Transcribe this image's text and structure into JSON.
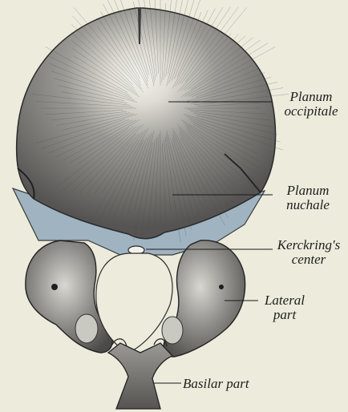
{
  "figure": {
    "colors": {
      "background": "#ecebdc",
      "bone_fill": "#8b8b88",
      "bone_light": "#e8e7e2",
      "cartilage": "#9fb3c0",
      "ink": "#1c1c1c"
    },
    "labels": {
      "planum_occipitale": {
        "line1": "Planum",
        "line2": "occipitale"
      },
      "planum_nuchale": {
        "line1": "Planum",
        "line2": "nuchale"
      },
      "kerckring": {
        "line1": "Kerckring's",
        "line2": "center"
      },
      "lateral_part": {
        "line1": "Lateral",
        "line2": "part"
      },
      "basilar_part": {
        "line1": "Basilar part"
      }
    }
  }
}
